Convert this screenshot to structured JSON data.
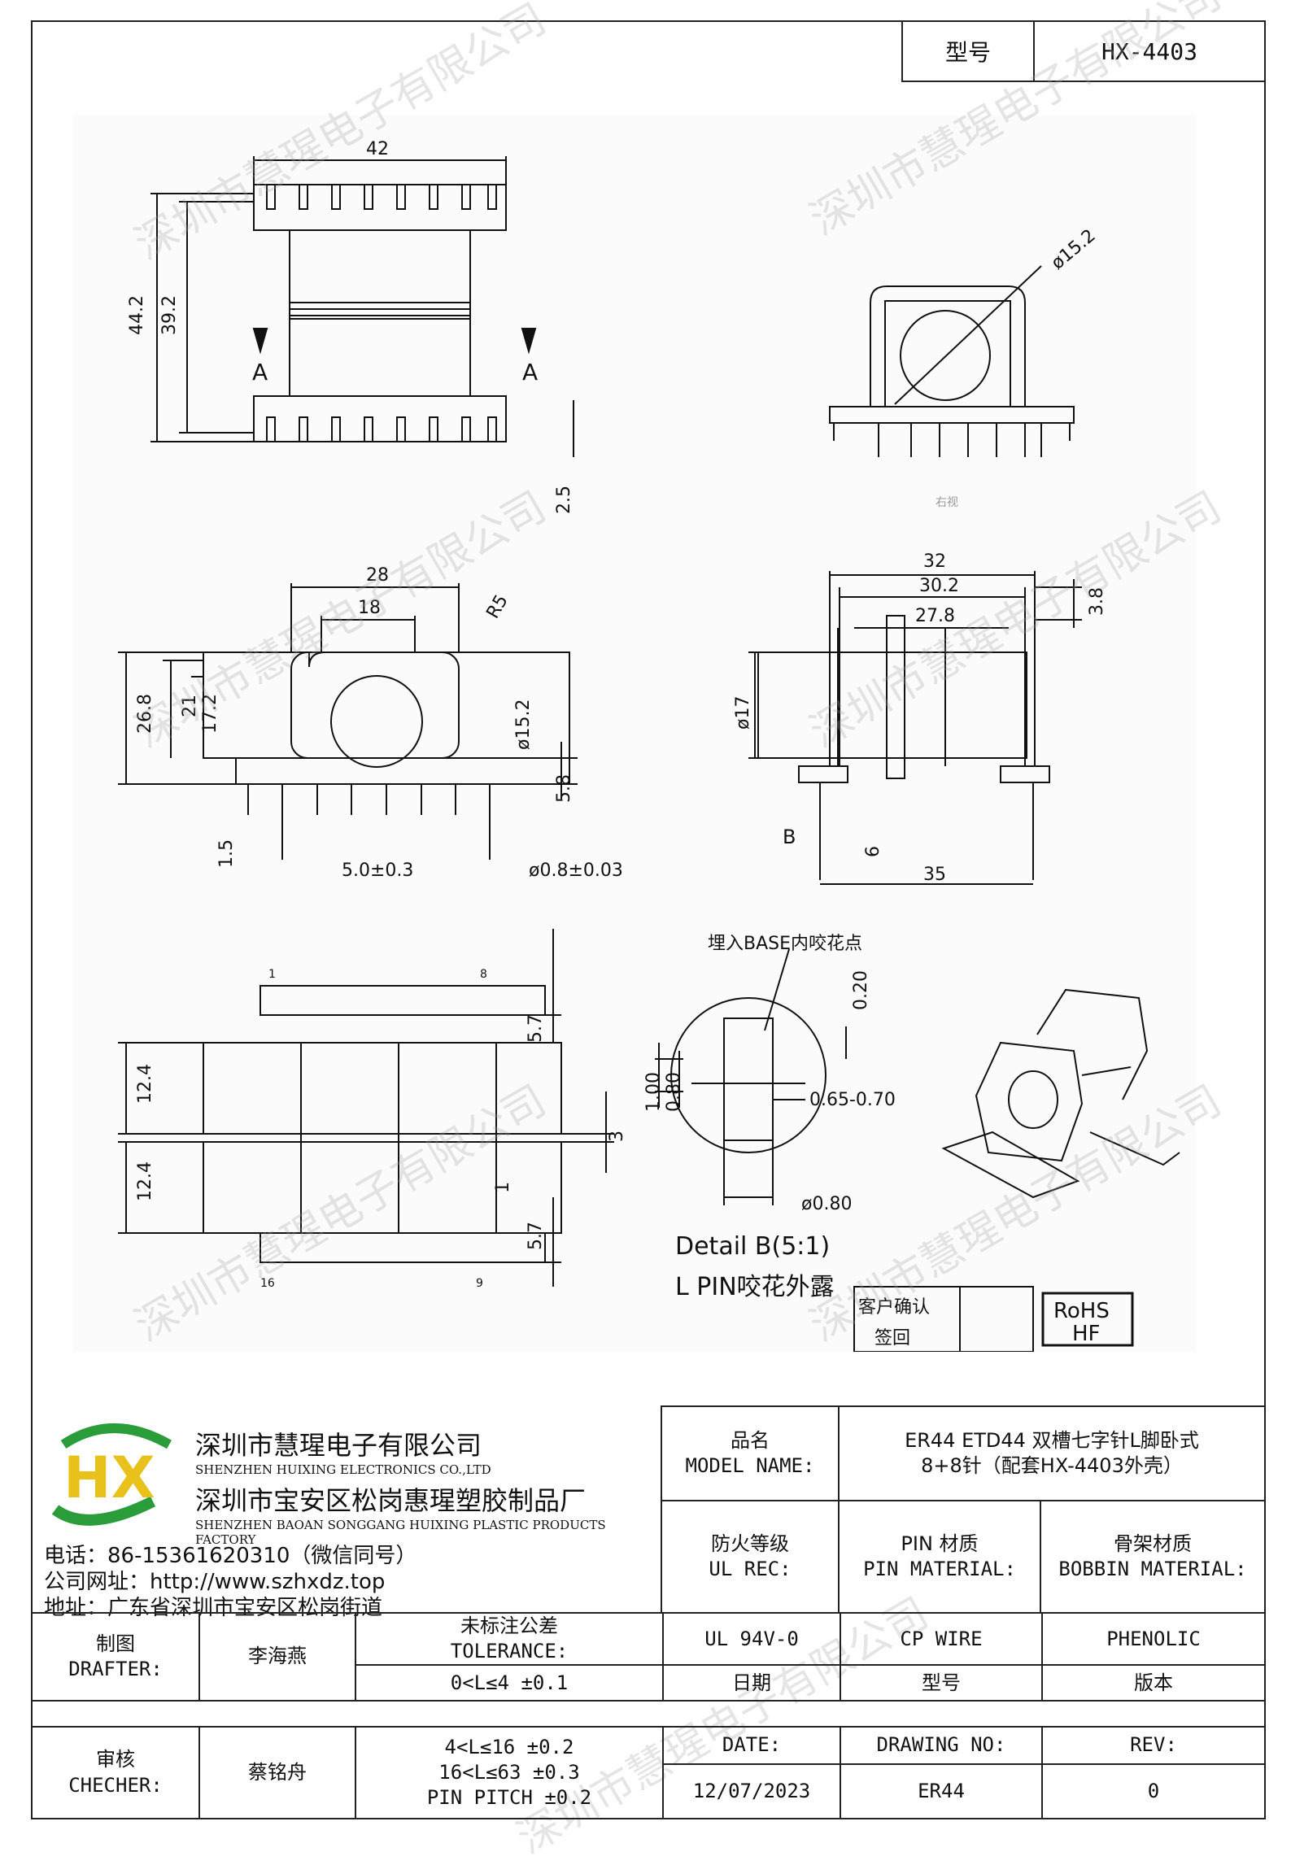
{
  "header": {
    "model_label": "型号",
    "model_value": "HX-4403"
  },
  "drawing": {
    "top_view": {
      "dim_width": "42",
      "dim_height": "44.2",
      "dim_inner": "39.2",
      "dim_pin": "2.5",
      "section_a": "A"
    },
    "end_view": {
      "dim_dia": "ø15.2",
      "caption": "右视"
    },
    "front_view": {
      "dim_28": "28",
      "dim_18": "18",
      "dim_r": "R5",
      "dim_26_8": "26.8",
      "dim_21": "21",
      "dim_17_2": "17.2",
      "dim_15_2": "ø15.2",
      "dim_5_8": "5.8",
      "dim_1_5": "1.5",
      "dim_pitch": "5.0±0.3",
      "dim_pin_dia": "ø0.8±0.03"
    },
    "side_view": {
      "dim_32": "32",
      "dim_30_2": "30.2",
      "dim_27_8": "27.8",
      "dim_3_8": "3.8",
      "dim_17": "ø17",
      "dim_6": "6",
      "dim_35": "35",
      "label_b": "B"
    },
    "bottom_view": {
      "pin1": "1",
      "pin8": "8",
      "pin16": "16",
      "pin9": "9",
      "dim_5_7a": "5.7",
      "dim_12_4a": "12.4",
      "dim_3": "3",
      "dim_12_4b": "12.4",
      "dim_1": "1",
      "dim_5_7b": "5.7"
    },
    "detail": {
      "note": "埋入BASE内咬花点",
      "dim_020": "0.20",
      "dim_100": "1.00",
      "dim_080": "0.80",
      "dim_range": "0.65-0.70",
      "dim_dia080": "ø0.80",
      "title": "Detail  B(5:1)",
      "subtitle": "L PIN咬花外露"
    },
    "confirm": {
      "line1": "客户确认",
      "line2": "签回"
    },
    "rohs": {
      "line1": "RoHS",
      "line2": "HF"
    }
  },
  "company": {
    "name_cn": "深圳市慧瑆电子有限公司",
    "name_en": "SHENZHEN HUIXING ELECTRONICS CO.,LTD",
    "factory_cn": "深圳市宝安区松岗惠瑆塑胶制品厂",
    "factory_en": "SHENZHEN BAOAN SONGGANG HUIXING PLASTIC PRODUCTS FACTORY",
    "phone": "电话：86-15361620310（微信同号）",
    "website": "公司网址：http://www.szhxdz.top",
    "address": "地址：广东省深圳市宝安区松岗街道"
  },
  "title_block": {
    "product_label_cn": "品名",
    "product_label_en": "MODEL NAME:",
    "product_value_1": "ER44 ETD44 双槽七字针L脚卧式",
    "product_value_2": "8+8针（配套HX-4403外壳）",
    "fire_label_cn": "防火等级",
    "fire_label_en": "UL REC:",
    "pin_label_cn": "PIN 材质",
    "pin_label_en": "PIN MATERIAL:",
    "bobbin_label_cn": "骨架材质",
    "bobbin_label_en": "BOBBIN MATERIAL:",
    "drafter_label_cn": "制图",
    "drafter_label_en": "DRAFTER:",
    "drafter": "李海燕",
    "tolerance_label_cn": "未标注公差",
    "tolerance_label_en": "TOLERANCE:",
    "tol_1": "0<L≤4  ±0.1",
    "fire_value": "UL 94V-0",
    "pin_value": "CP WIRE",
    "bobbin_value": "PHENOLIC",
    "date_label": "日期",
    "model_label": "型号",
    "rev_label": "版本",
    "checker_label_cn": "审核",
    "checker_label_en": "CHECHER:",
    "checker": "蔡铭舟",
    "tol_2": "4<L≤16 ±0.2",
    "tol_3": "16<L≤63 ±0.3",
    "tol_4": "PIN PITCH ±0.2",
    "date_label_en": "DATE:",
    "drawing_no_label": "DRAWING NO:",
    "rev_label_en": "REV:",
    "date_value": "12/07/2023",
    "drawing_no_value": "ER44",
    "rev_value": "0"
  },
  "watermark": "深圳市慧瑆电子有限公司",
  "logo": {
    "text": "HX"
  }
}
